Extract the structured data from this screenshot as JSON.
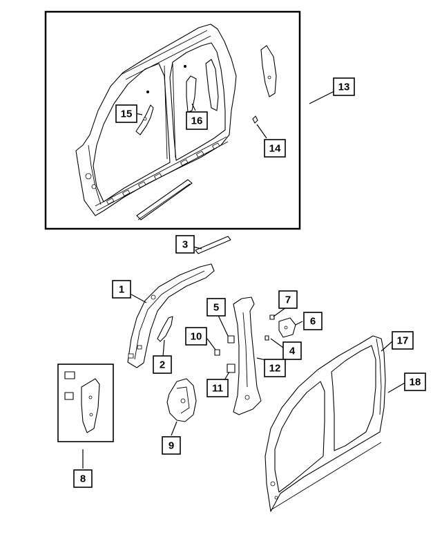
{
  "callouts": [
    {
      "label": "1"
    },
    {
      "label": "2"
    },
    {
      "label": "3"
    },
    {
      "label": "4"
    },
    {
      "label": "5"
    },
    {
      "label": "6"
    },
    {
      "label": "7"
    },
    {
      "label": "8"
    },
    {
      "label": "9"
    },
    {
      "label": "10"
    },
    {
      "label": "11"
    },
    {
      "label": "12"
    },
    {
      "label": "13"
    },
    {
      "label": "14"
    },
    {
      "label": "15"
    },
    {
      "label": "16"
    },
    {
      "label": "17"
    },
    {
      "label": "18"
    }
  ]
}
